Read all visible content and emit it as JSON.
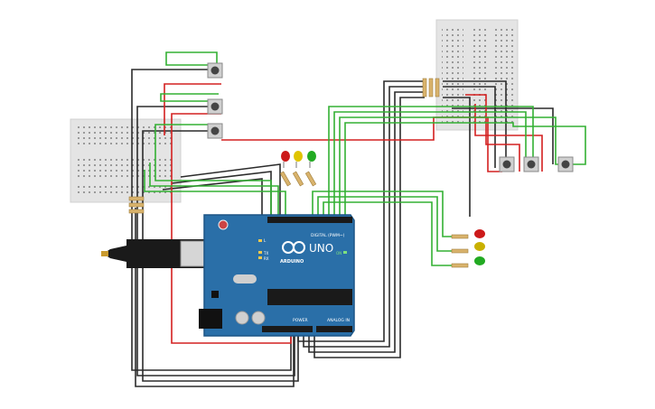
{
  "board": {
    "logo_text": "UNO",
    "brand_text": "ARDUINO",
    "digital_label": "DIGITAL (PWM~)",
    "power_label": "POWER",
    "analog_label": "ANALOG IN",
    "on_label": "ON",
    "tx_label": "TX",
    "rx_label": "RX",
    "l_label": "L"
  },
  "colors": {
    "board": "#2a6fa8",
    "board_edge": "#1d5585",
    "breadboard": "#e6e6e6",
    "wire_black": "#2b2b2b",
    "wire_red": "#d42020",
    "wire_green": "#33b033",
    "led_red": "#cc1a1a",
    "led_yellow": "#e0c400",
    "led_green": "#22aa22",
    "resistor": "#d9b36c"
  }
}
